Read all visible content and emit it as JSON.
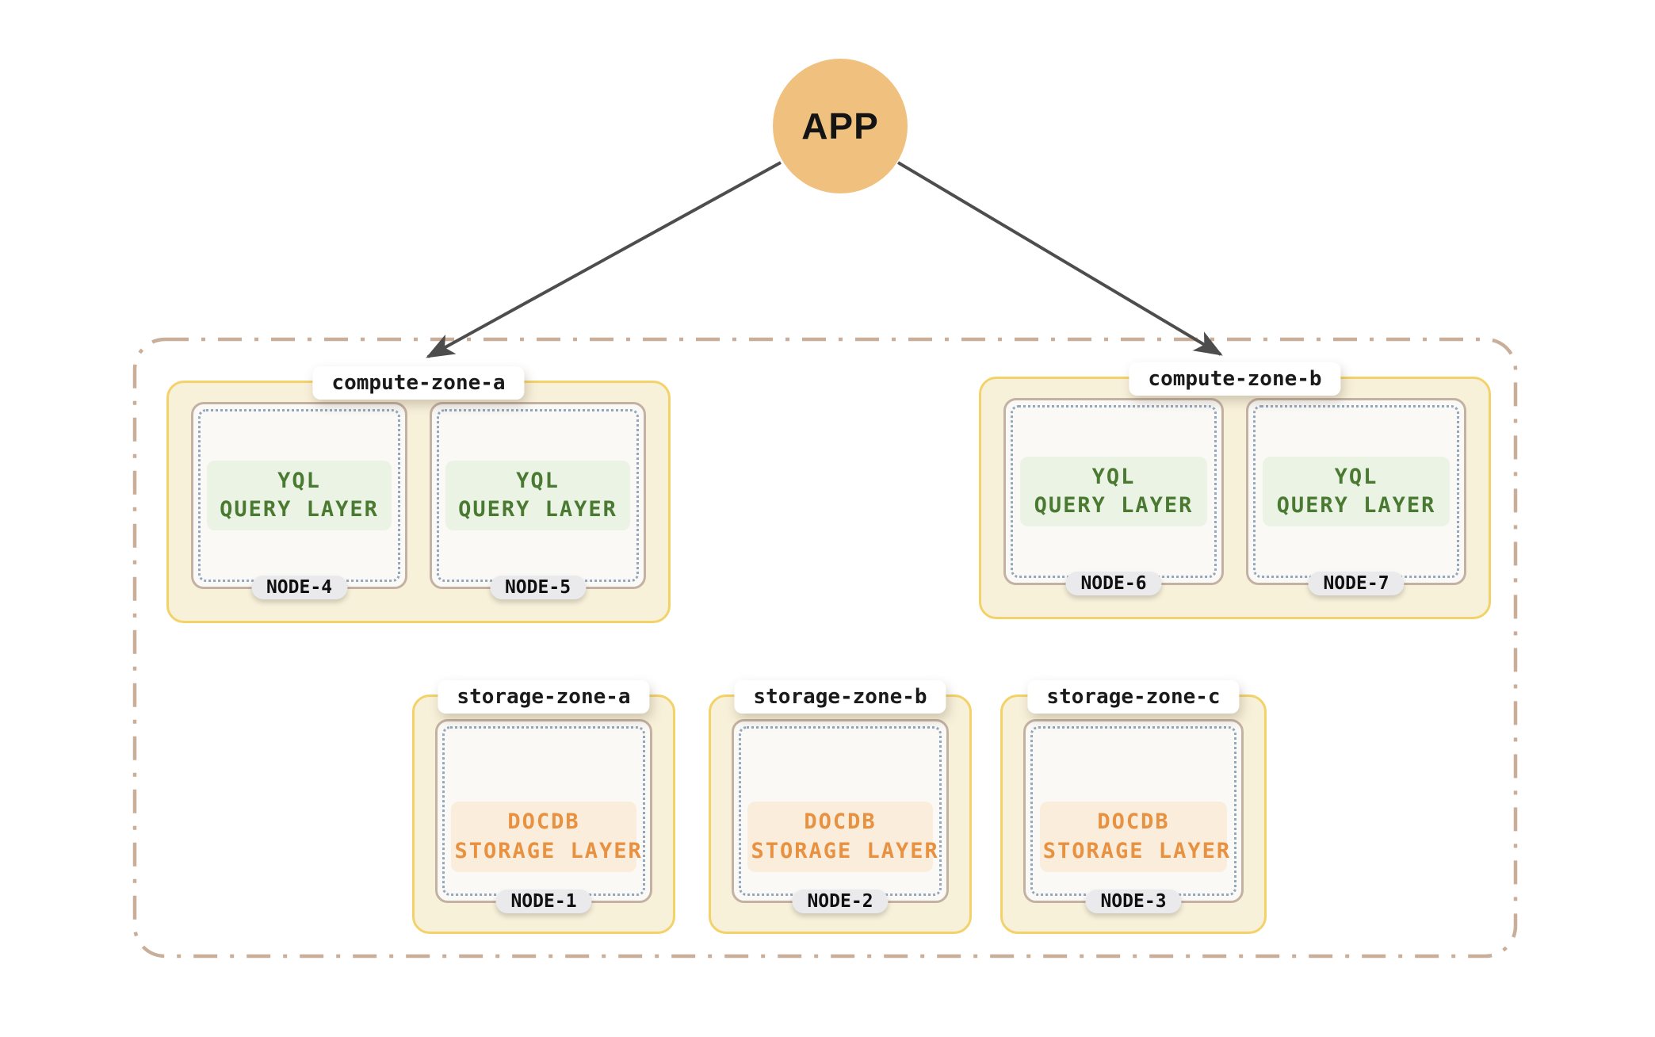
{
  "app": {
    "label": "APP"
  },
  "colors": {
    "app_circle": "#F0C17E",
    "arrow": "#4D4D4D",
    "cluster_dash_border": "#C9AE9A",
    "zone_border": "#F3D269",
    "zone_fill": "#F8F1DA",
    "zone_label_bg": "#FFFFFF",
    "node_border": "#C3B1A3",
    "node_fill": "#FAF9F5",
    "dotted_frame": "#93A6BF",
    "query_layer_text": "#4A7A31",
    "query_layer_bg": "#EBF3E5",
    "storage_layer_text": "#E89140",
    "storage_layer_bg": "#FAEDDB",
    "node_pill_bg": "#EAEAED"
  },
  "cluster": {
    "compute_zones": [
      {
        "label": "compute-zone-a",
        "nodes": [
          {
            "name": "NODE-4",
            "layer": {
              "line1": "YQL",
              "line2": "QUERY LAYER"
            }
          },
          {
            "name": "NODE-5",
            "layer": {
              "line1": "YQL",
              "line2": "QUERY LAYER"
            }
          }
        ]
      },
      {
        "label": "compute-zone-b",
        "nodes": [
          {
            "name": "NODE-6",
            "layer": {
              "line1": "YQL",
              "line2": "QUERY LAYER"
            }
          },
          {
            "name": "NODE-7",
            "layer": {
              "line1": "YQL",
              "line2": "QUERY LAYER"
            }
          }
        ]
      }
    ],
    "storage_zones": [
      {
        "label": "storage-zone-a",
        "nodes": [
          {
            "name": "NODE-1",
            "layer": {
              "line1": "DOCDB",
              "line2": "STORAGE LAYER"
            }
          }
        ]
      },
      {
        "label": "storage-zone-b",
        "nodes": [
          {
            "name": "NODE-2",
            "layer": {
              "line1": "DOCDB",
              "line2": "STORAGE LAYER"
            }
          }
        ]
      },
      {
        "label": "storage-zone-c",
        "nodes": [
          {
            "name": "NODE-3",
            "layer": {
              "line1": "DOCDB",
              "line2": "STORAGE LAYER"
            }
          }
        ]
      }
    ]
  }
}
